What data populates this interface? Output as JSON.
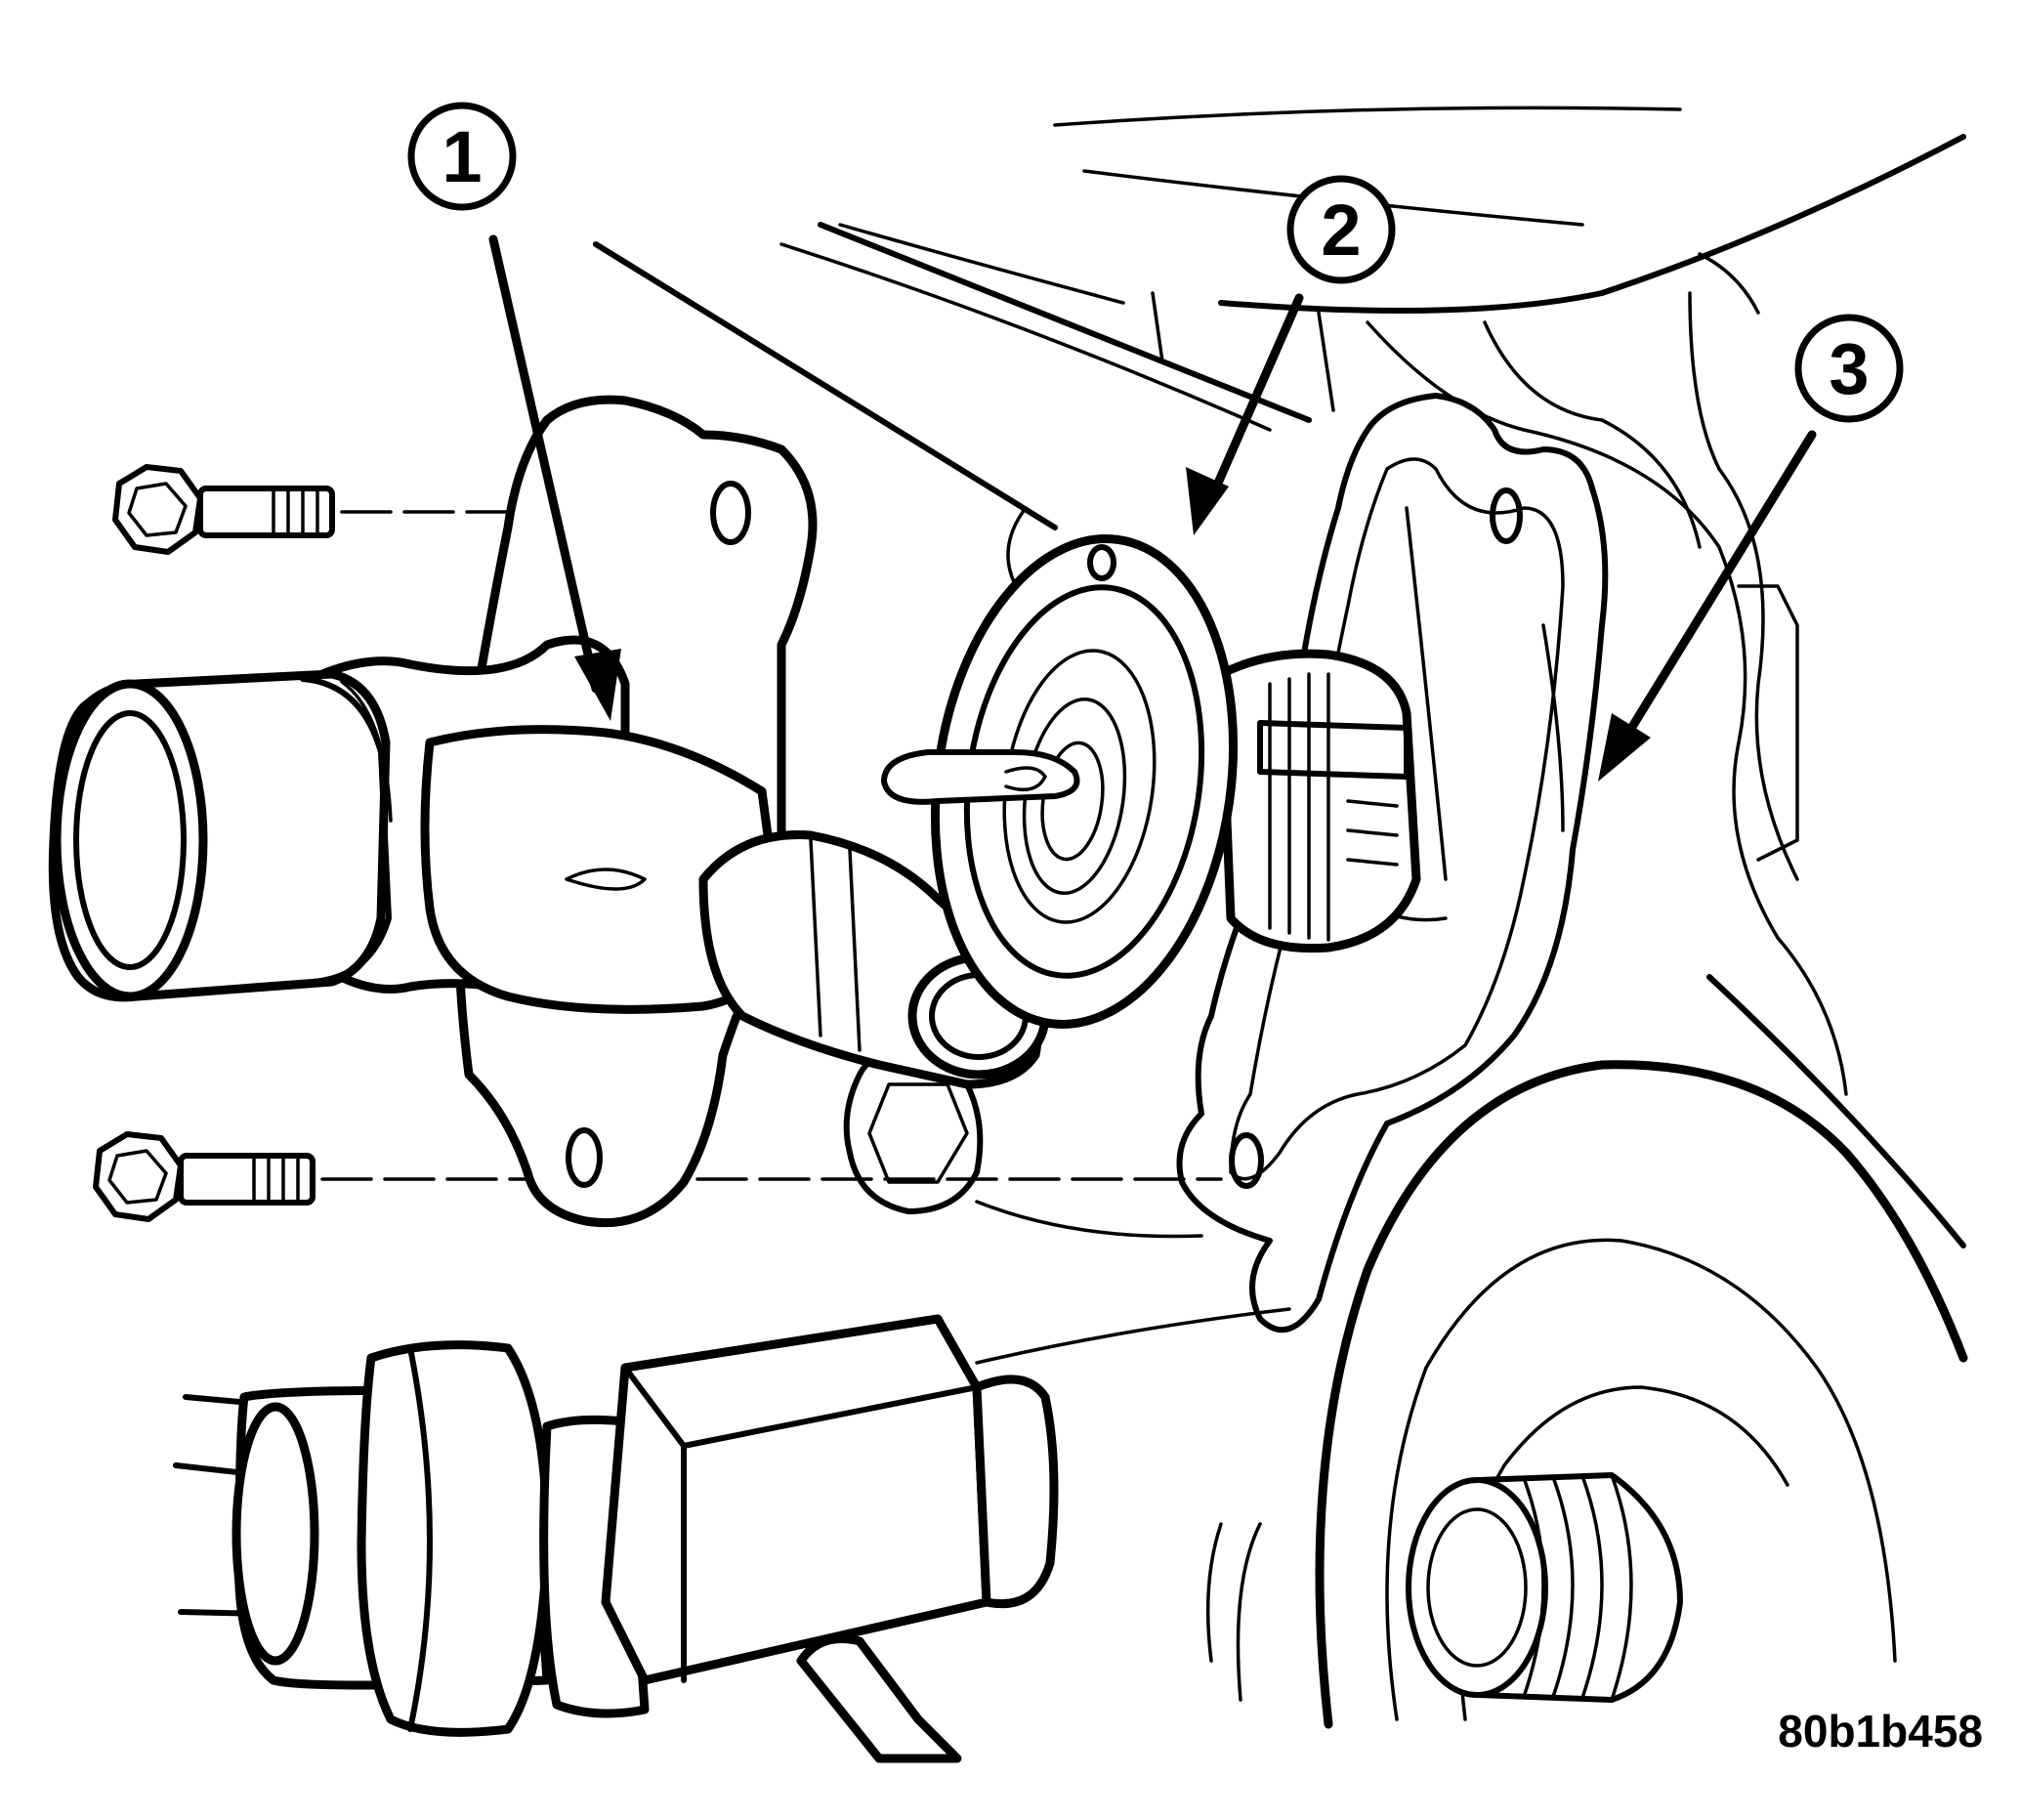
{
  "callouts": [
    {
      "label": "1"
    },
    {
      "label": "2"
    },
    {
      "label": "3"
    }
  ],
  "figure_code": "80b1b458",
  "colors": {
    "line": "#000000",
    "background": "#ffffff"
  }
}
